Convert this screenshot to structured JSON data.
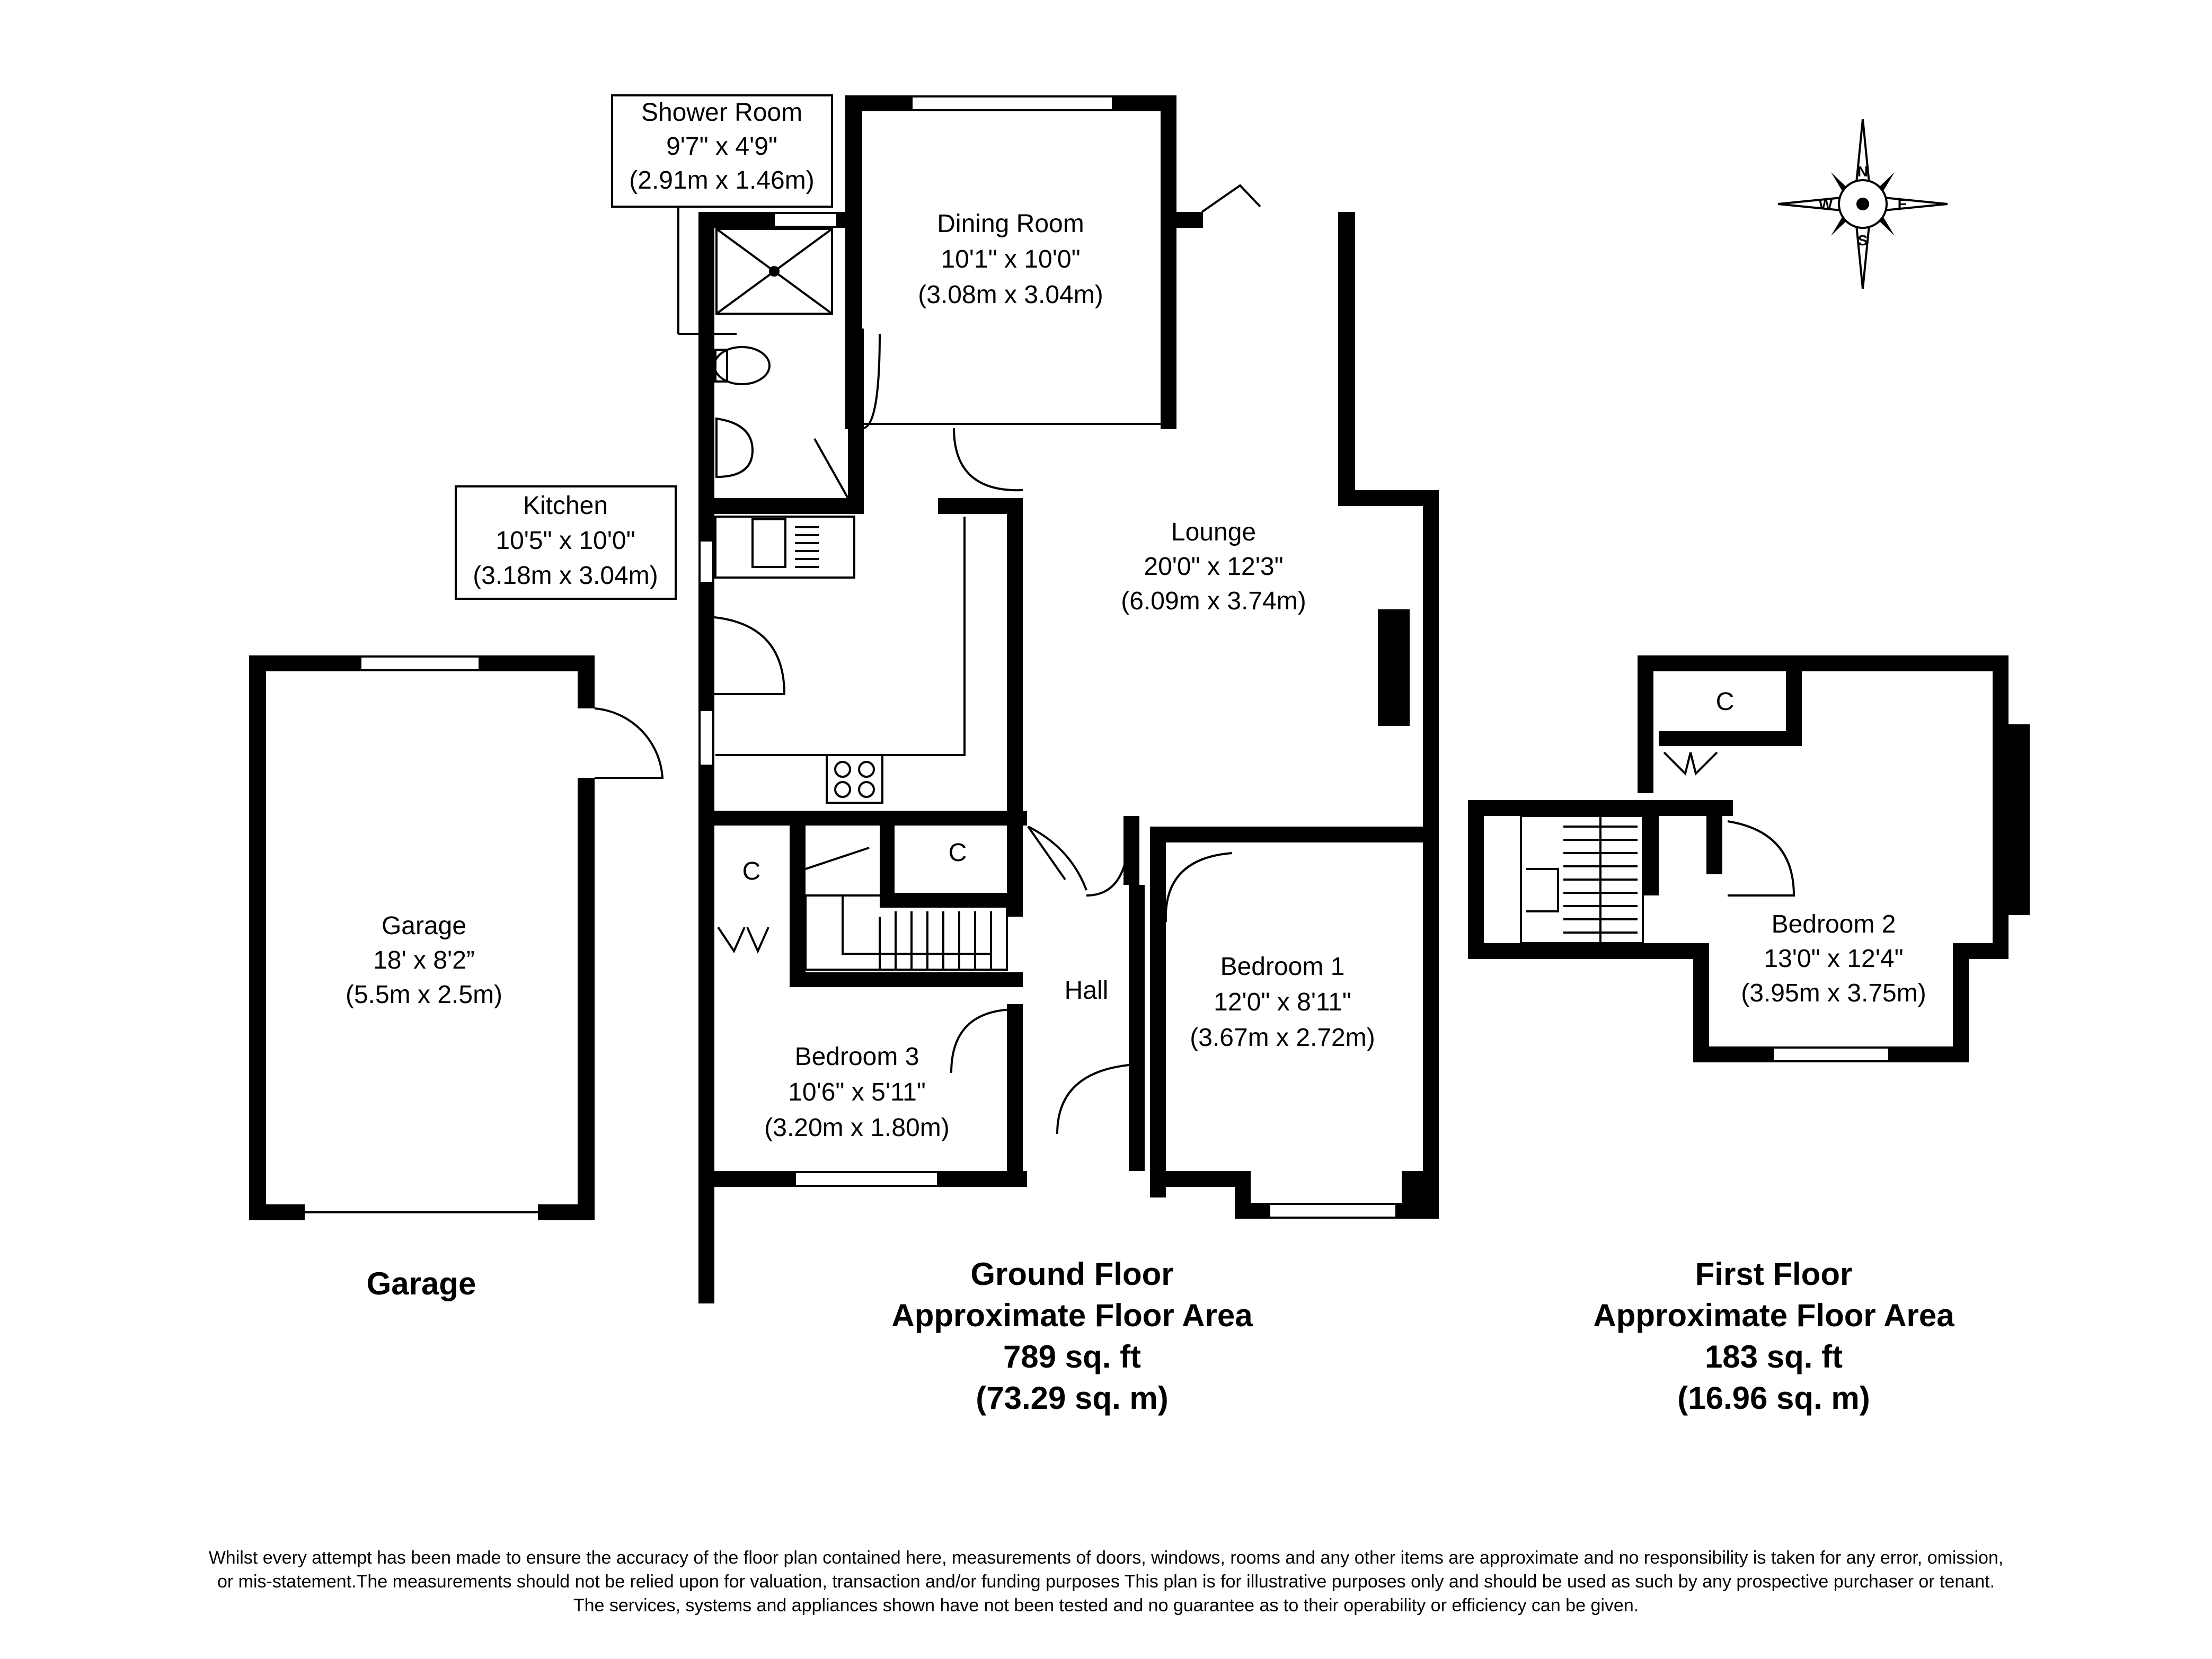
{
  "rooms": {
    "shower_room": {
      "name": "Shower Room",
      "imperial": "9'7\" x 4'9\"",
      "metric": "(2.91m x 1.46m)"
    },
    "dining_room": {
      "name": "Dining Room",
      "imperial": "10'1\" x 10'0\"",
      "metric": "(3.08m x 3.04m)"
    },
    "kitchen": {
      "name": "Kitchen",
      "imperial": "10'5\" x 10'0\"",
      "metric": "(3.18m x 3.04m)"
    },
    "lounge": {
      "name": "Lounge",
      "imperial": "20'0\" x 12'3\"",
      "metric": "(6.09m x 3.74m)"
    },
    "garage": {
      "name": "Garage",
      "imperial": "18' x 8'2”",
      "metric": "(5.5m x 2.5m)"
    },
    "bedroom_1": {
      "name": "Bedroom 1",
      "imperial": "12'0\" x 8'11\"",
      "metric": "(3.67m x 2.72m)"
    },
    "bedroom_3": {
      "name": "Bedroom 3",
      "imperial": "10'6\" x 5'11\"",
      "metric": "(3.20m x 1.80m)"
    },
    "bedroom_2": {
      "name": "Bedroom 2",
      "imperial": "13'0\" x 12'4\"",
      "metric": "(3.95m x 3.75m)"
    },
    "hall": {
      "name": "Hall"
    },
    "cupboard": "C"
  },
  "compass": {
    "n": "N",
    "e": "E",
    "s": "S",
    "w": "W"
  },
  "floors": {
    "garage": {
      "title": "Garage"
    },
    "ground": {
      "title": "Ground Floor",
      "subtitle": "Approximate Floor Area",
      "sqft": "789 sq. ft",
      "sqm": "(73.29 sq. m)"
    },
    "first": {
      "title": "First Floor",
      "subtitle": "Approximate Floor Area",
      "sqft": "183 sq. ft",
      "sqm": "(16.96 sq. m)"
    }
  },
  "disclaimer": [
    "Whilst every attempt has been made to ensure the accuracy of the floor plan contained here, measurements of doors, windows, rooms and any other items are approximate and no responsibility is taken for any error, omission,",
    "or mis-statement.The measurements should not be relied upon for valuation, transaction and/or funding purposes This plan is for illustrative purposes only and should be used as such by any prospective purchaser or tenant.",
    "The services, systems and appliances shown have not been tested and no guarantee as to their operability or efficiency can be given."
  ]
}
